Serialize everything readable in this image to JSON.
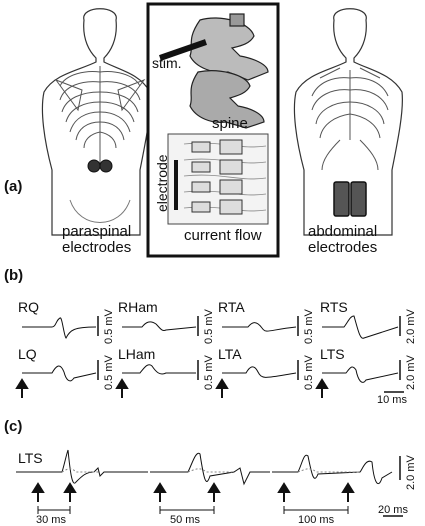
{
  "panels": {
    "a": "(a)",
    "b": "(b)",
    "c": "(c)"
  },
  "panel_a": {
    "stim_label": "stim.",
    "spine_label": "spine",
    "electrode_label": "electrode",
    "current_flow_label": "current flow",
    "paraspinal_line1": "paraspinal",
    "paraspinal_line2": "electrodes",
    "abdominal_line1": "abdominal",
    "abdominal_line2": "electrodes"
  },
  "panel_b": {
    "muscles": [
      {
        "name": "RQ",
        "scale": "0.5 mV"
      },
      {
        "name": "RHam",
        "scale": "0.5 mV"
      },
      {
        "name": "RTA",
        "scale": "0.5 mV"
      },
      {
        "name": "RTS",
        "scale": "2.0 mV"
      },
      {
        "name": "LQ",
        "scale": "0.5 mV"
      },
      {
        "name": "LHam",
        "scale": "0.5 mV"
      },
      {
        "name": "LTA",
        "scale": "0.5 mV"
      },
      {
        "name": "LTS",
        "scale": "2.0 mV"
      }
    ],
    "time_scale": "10 ms"
  },
  "panel_c": {
    "muscle": "LTS",
    "amp_scale": "2.0 mV",
    "intervals": [
      "30 ms",
      "50 ms",
      "100 ms"
    ],
    "time_scale": "20 ms"
  }
}
